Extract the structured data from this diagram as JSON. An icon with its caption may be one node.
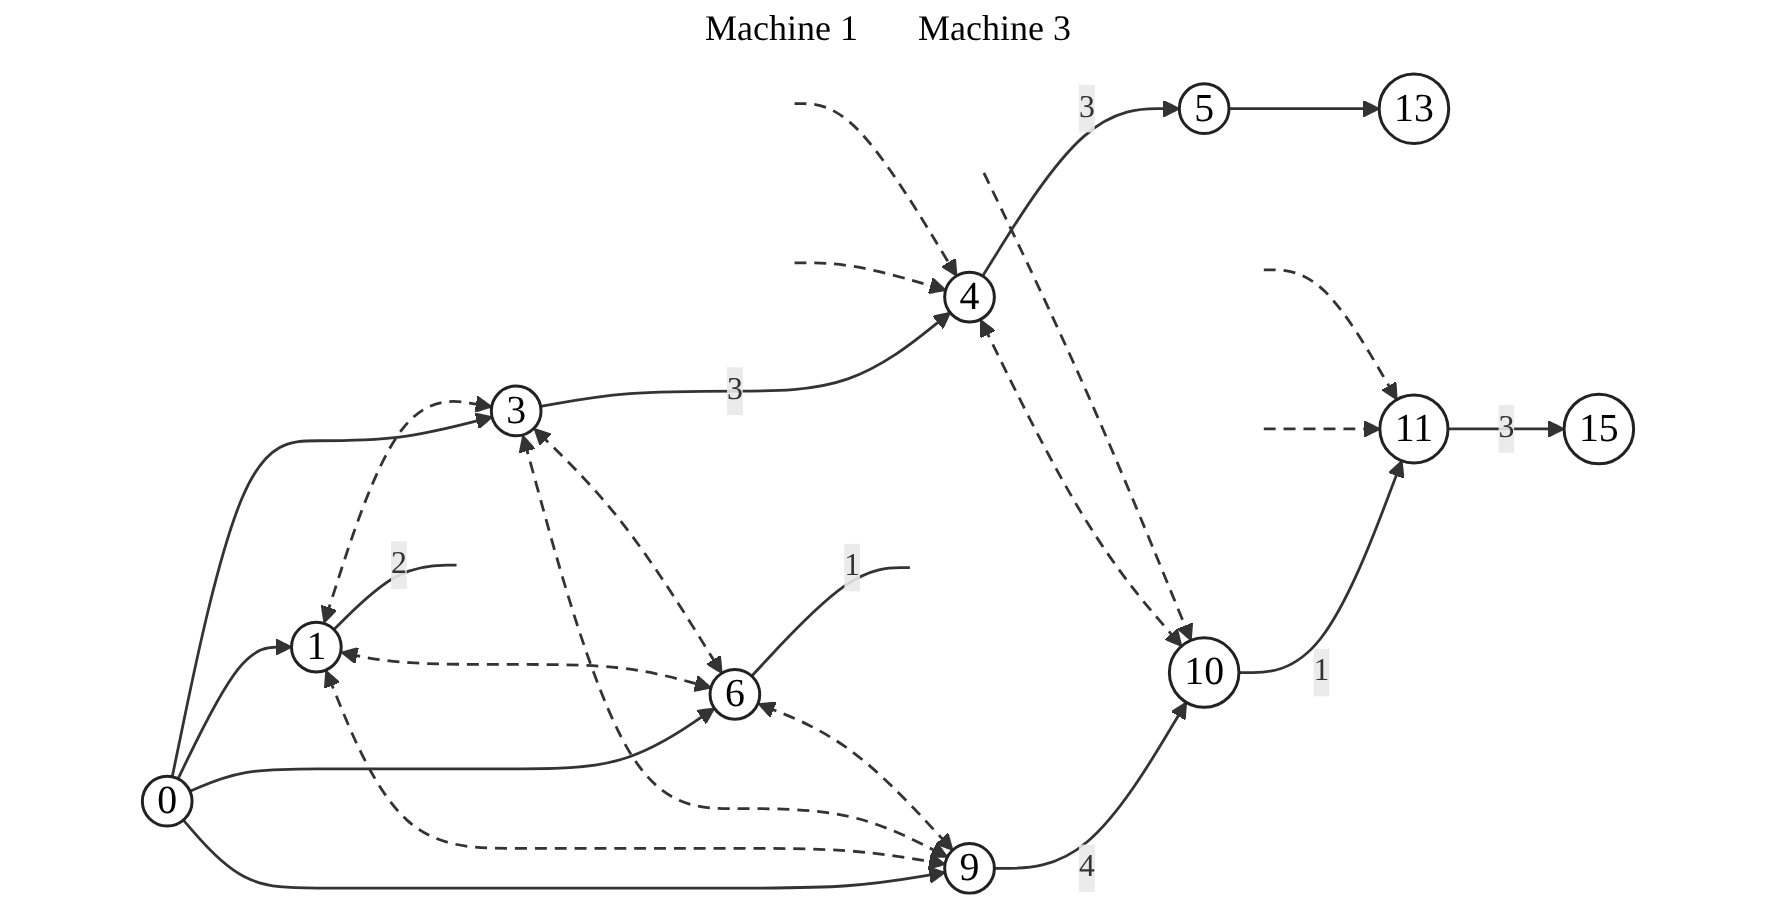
{
  "diagram": {
    "nodes": [
      {
        "text": [
          "0"
        ]
      },
      {
        "text": [
          "1"
        ]
      },
      {
        "text": [
          "3"
        ]
      },
      {
        "text": [
          "4"
        ]
      },
      {
        "text": [
          "5"
        ]
      },
      {
        "text": [
          "13"
        ]
      },
      {
        "text": [
          "6"
        ]
      },
      {
        "text": [
          "9"
        ]
      },
      {
        "text": [
          "10"
        ]
      },
      {
        "text": [
          "11"
        ]
      },
      {
        "text": [
          "15"
        ]
      }
    ],
    "edges": [
      {
        "from": 0,
        "to": 1,
        "arrow": "to"
      },
      {
        "from": 0,
        "to": 2,
        "arrow": "to"
      },
      {
        "from": 0,
        "to": 6,
        "arrow": "to"
      },
      {
        "from": 0,
        "to": 7,
        "arrow": "to"
      },
      {
        "from": 1,
        "to": null,
        "arrow": "none",
        "label": "2"
      },
      {
        "from": 2,
        "to": 3,
        "arrow": "to",
        "label": "3"
      },
      {
        "from": 3,
        "to": 4,
        "arrow": "to",
        "label": "3"
      },
      {
        "from": 4,
        "to": 5,
        "arrow": "to"
      },
      {
        "from": 6,
        "to": null,
        "arrow": "none",
        "label": "1"
      },
      {
        "from": 7,
        "to": 8,
        "arrow": "to",
        "label": "4"
      },
      {
        "from": 8,
        "to": 9,
        "arrow": "to",
        "label": "1"
      },
      {
        "from": 9,
        "to": 10,
        "arrow": "to",
        "label": "3"
      },
      {
        "from": 1,
        "to": 2,
        "arrow": "both",
        "style": "dashed"
      },
      {
        "from": 1,
        "to": 7,
        "arrow": "both",
        "style": "dashed"
      },
      {
        "from": 1,
        "to": 6,
        "arrow": "both",
        "style": "dashed"
      },
      {
        "from": 2,
        "to": 7,
        "arrow": "both",
        "style": "dashed"
      },
      {
        "from": 2,
        "to": 6,
        "arrow": "both",
        "style": "dashed"
      },
      {
        "from": 6,
        "to": 7,
        "arrow": "both",
        "style": "dashed"
      },
      {
        "from": 3,
        "to": 8,
        "arrow": "both",
        "style": "dashed"
      },
      {
        "from": null,
        "to": 3,
        "arrow": "to",
        "style": "dashed"
      },
      {
        "from": null,
        "to": 3,
        "arrow": "to",
        "style": "dashed"
      },
      {
        "from": null,
        "to": 8,
        "arrow": "to",
        "style": "dashed"
      },
      {
        "from": null,
        "to": 9,
        "arrow": "to",
        "style": "dashed"
      },
      {
        "from": null,
        "to": 9,
        "arrow": "to",
        "style": "dashed"
      }
    ],
    "labels": [
      "Machine 1",
      "Machine 3"
    ]
  }
}
